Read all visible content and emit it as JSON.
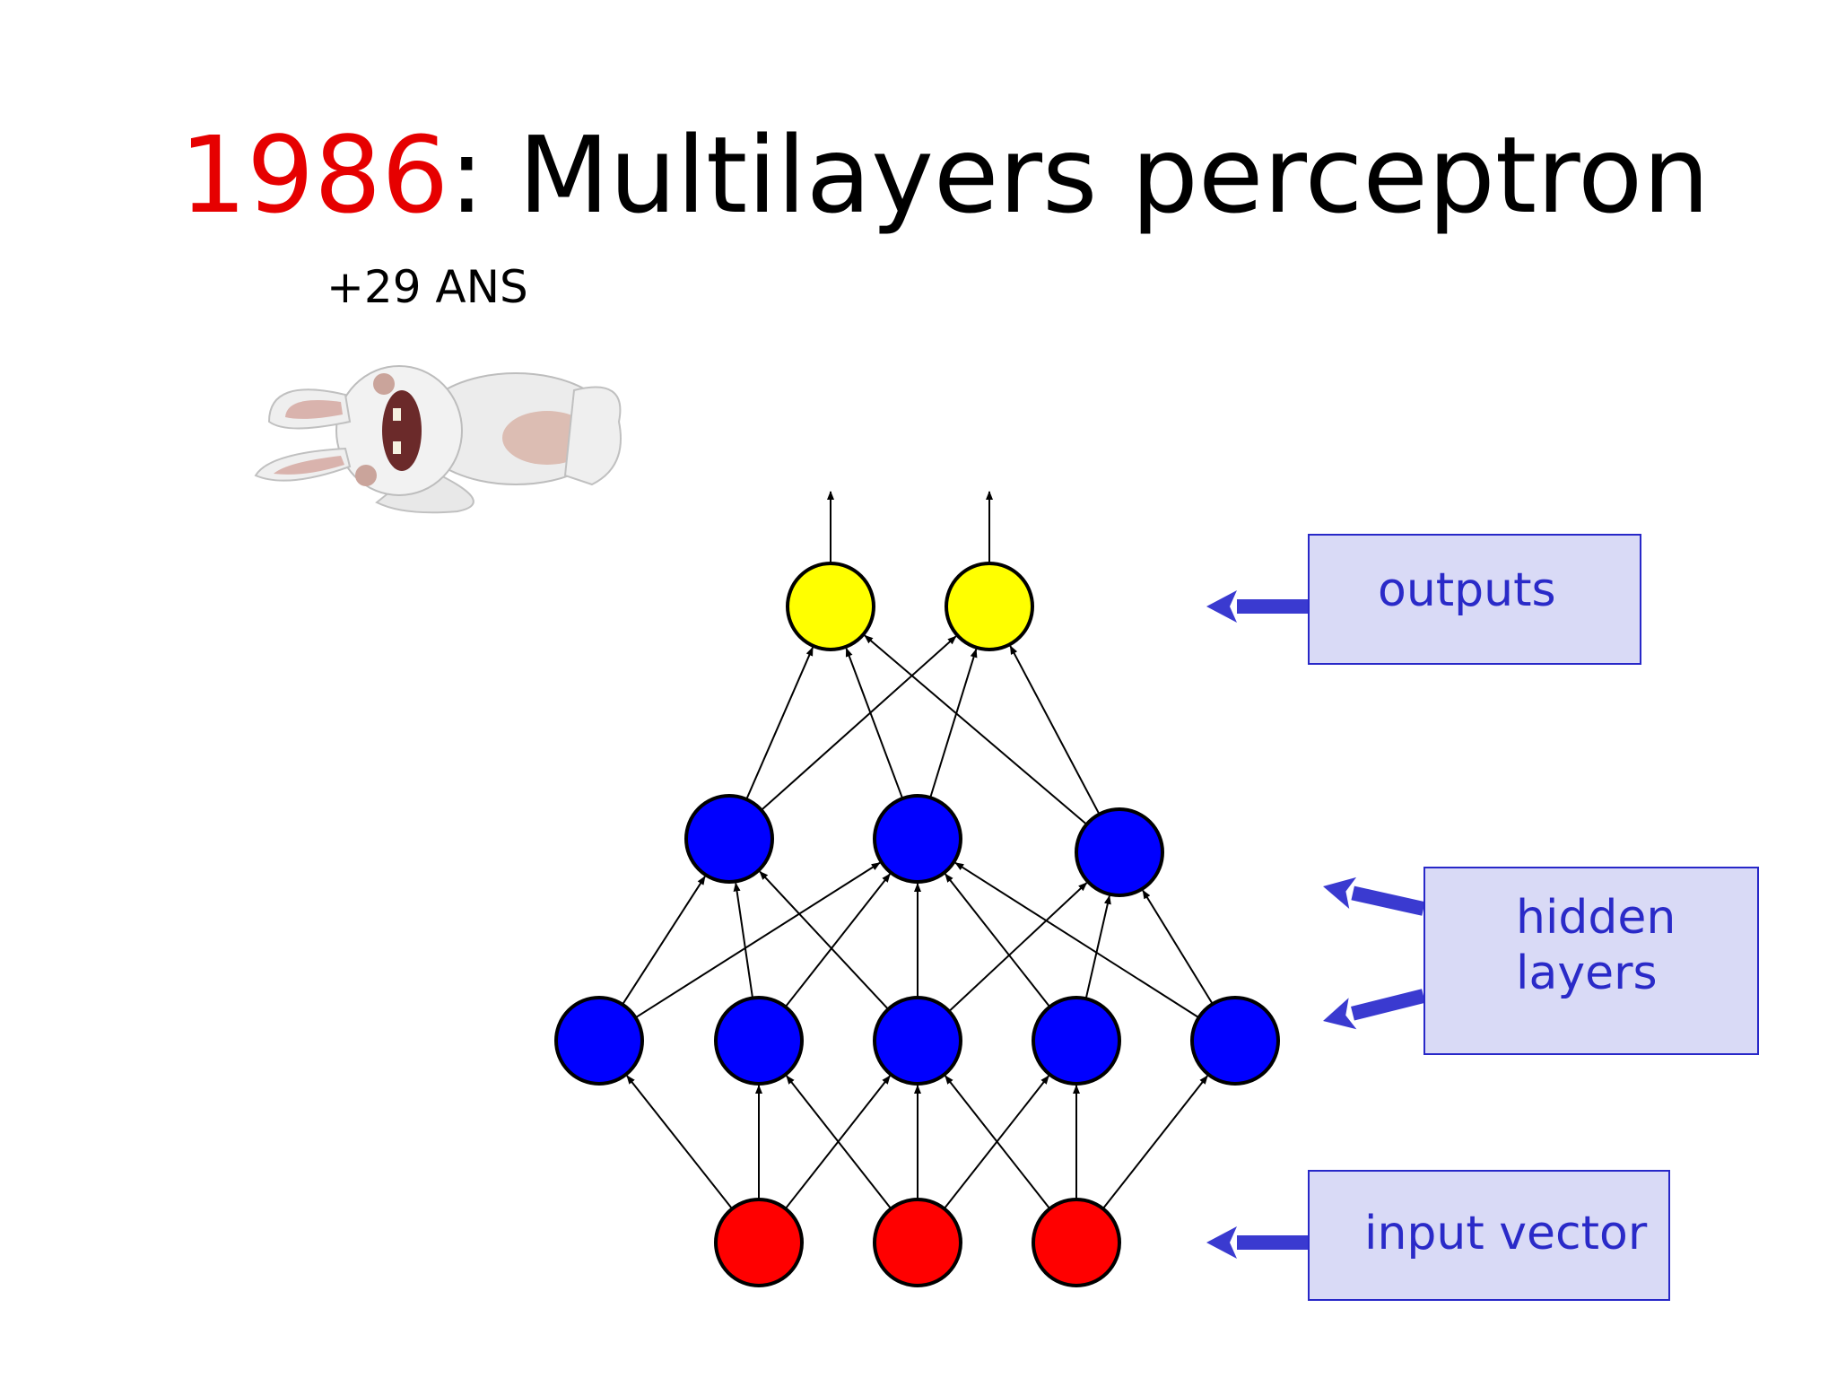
{
  "slide": {
    "title": {
      "year": "1986",
      "rest": ": Multilayers perceptron"
    },
    "subtitle": "+29 ANS",
    "illustration": "lying-rabbit-character"
  },
  "labels": {
    "outputs": "outputs",
    "hidden_line1": "hidden",
    "hidden_line2": "layers",
    "input": "input vector"
  },
  "network": {
    "layers": [
      {
        "name": "input",
        "color": "#ff0000",
        "nodes": 3
      },
      {
        "name": "hidden1",
        "color": "#0000ff",
        "nodes": 5
      },
      {
        "name": "hidden2",
        "color": "#0000ff",
        "nodes": 3
      },
      {
        "name": "output",
        "color": "#ffff00",
        "nodes": 2
      }
    ],
    "edges": [
      {
        "from": "input-0",
        "to": "hidden1-0"
      },
      {
        "from": "input-0",
        "to": "hidden1-1"
      },
      {
        "from": "input-0",
        "to": "hidden1-2"
      },
      {
        "from": "input-1",
        "to": "hidden1-1"
      },
      {
        "from": "input-1",
        "to": "hidden1-2"
      },
      {
        "from": "input-1",
        "to": "hidden1-3"
      },
      {
        "from": "input-2",
        "to": "hidden1-2"
      },
      {
        "from": "input-2",
        "to": "hidden1-3"
      },
      {
        "from": "input-2",
        "to": "hidden1-4"
      },
      {
        "from": "hidden1-0",
        "to": "hidden2-0"
      },
      {
        "from": "hidden1-0",
        "to": "hidden2-1"
      },
      {
        "from": "hidden1-1",
        "to": "hidden2-0"
      },
      {
        "from": "hidden1-1",
        "to": "hidden2-1"
      },
      {
        "from": "hidden1-2",
        "to": "hidden2-0"
      },
      {
        "from": "hidden1-2",
        "to": "hidden2-1"
      },
      {
        "from": "hidden1-2",
        "to": "hidden2-2"
      },
      {
        "from": "hidden1-3",
        "to": "hidden2-1"
      },
      {
        "from": "hidden1-3",
        "to": "hidden2-2"
      },
      {
        "from": "hidden1-4",
        "to": "hidden2-1"
      },
      {
        "from": "hidden1-4",
        "to": "hidden2-2"
      },
      {
        "from": "hidden2-0",
        "to": "output-0"
      },
      {
        "from": "hidden2-0",
        "to": "output-1"
      },
      {
        "from": "hidden2-1",
        "to": "output-0"
      },
      {
        "from": "hidden2-1",
        "to": "output-1"
      },
      {
        "from": "hidden2-2",
        "to": "output-0"
      },
      {
        "from": "hidden2-2",
        "to": "output-1"
      },
      {
        "from": "output-0",
        "to": "out-arrow-0"
      },
      {
        "from": "output-1",
        "to": "out-arrow-1"
      }
    ],
    "label_arrows": [
      {
        "name": "outputs-label-arrow",
        "target": "output"
      },
      {
        "name": "hidden-label-arrow-1",
        "target": "hidden2"
      },
      {
        "name": "hidden-label-arrow-2",
        "target": "hidden1"
      },
      {
        "name": "input-label-arrow",
        "target": "input"
      }
    ],
    "arrow_color": "#3a3ad0"
  }
}
